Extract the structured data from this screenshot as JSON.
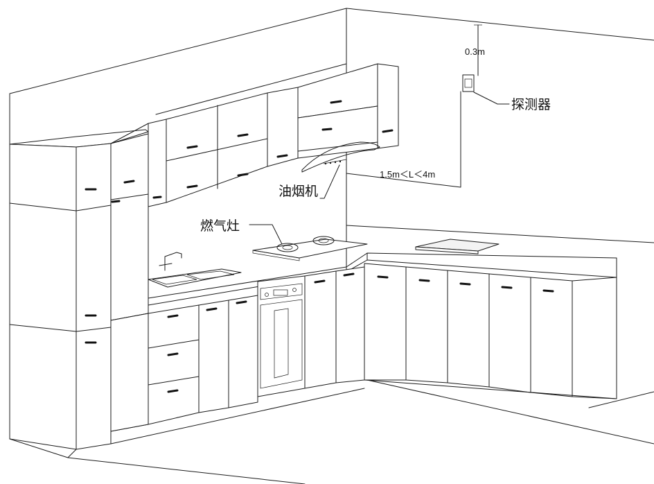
{
  "labels": {
    "ceiling_offset": "0.3m",
    "detector": "探测器",
    "distance_range": "1.5m＜L＜4m",
    "range_hood": "油烟机",
    "gas_stove": "燃气灶"
  },
  "colors": {
    "line": "#1a1a1a",
    "background": "#ffffff"
  }
}
